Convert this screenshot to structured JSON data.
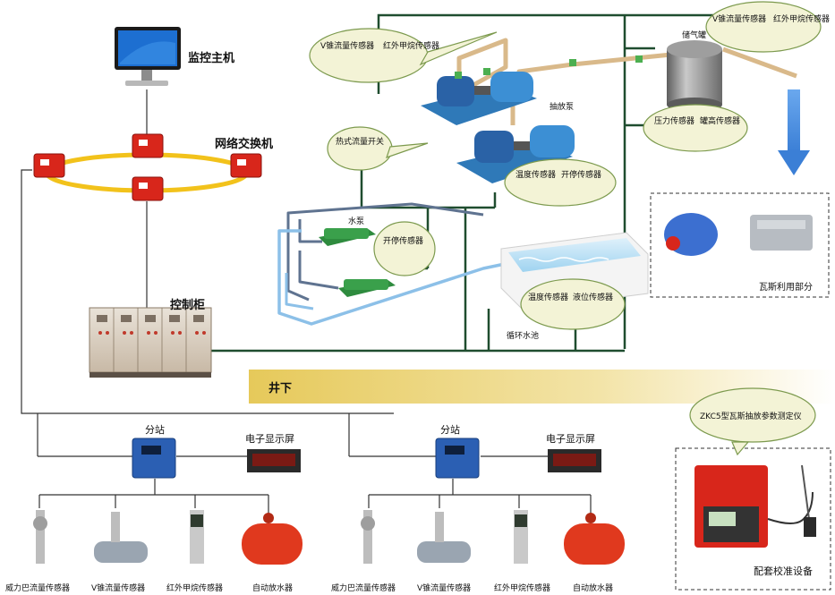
{
  "surface": {
    "monitor_host": "监控主机",
    "network_switch": "网络交换机",
    "control_cabinet": "控制柜"
  },
  "bubbles": {
    "vcone_methane_left": [
      "V锥流量传感器",
      "红外甲烷传感器"
    ],
    "vcone_methane_right": [
      "V锥流量传感器",
      "红外甲烷传感器"
    ],
    "pressure_level": [
      "压力传感器",
      "罐高传感器"
    ],
    "thermal_flow": [
      "热式流量开关"
    ],
    "temp_onoff": [
      "温度传感器",
      "开停传感器"
    ],
    "onoff": [
      "开停传感器"
    ],
    "temp_level": [
      "温度传感器",
      "液位传感器"
    ]
  },
  "equipment": {
    "gas_tank": "储气罐",
    "pump": "抽放泵",
    "water_pump": "水泵",
    "circ_pool": "循环水池",
    "gas_utilization": "瓦斯利用部分"
  },
  "underground": {
    "banner": "井下",
    "stations": [
      {
        "substation": "分站",
        "display": "电子显示屏",
        "sensors": [
          "威力巴流量传感器",
          "V锥流量传感器",
          "红外甲烷传感器",
          "自动放水器"
        ]
      },
      {
        "substation": "分站",
        "display": "电子显示屏",
        "sensors": [
          "威力巴流量传感器",
          "V锥流量传感器",
          "红外甲烷传感器",
          "自动放水器"
        ]
      }
    ]
  },
  "calibration": {
    "title": "ZKC5型瓦斯抽放参数测定仪",
    "caption": "配套校准设备"
  },
  "colors": {
    "cable_dark_green": "#1f4d2f",
    "gas_pipe": "#d9b98a",
    "water_pipe_light": "#8cc0e8",
    "water_pipe_dark": "#5f7390",
    "bubble_fill": "#f3f3d6",
    "bubble_stroke": "#7c9a4e",
    "switch_ring": "#f2c21b",
    "station_red": "#d8261b",
    "substation_blue": "#2b5fb3",
    "arrow_blue": "#4a8fe0",
    "banner_gold": "#e8d07a"
  }
}
